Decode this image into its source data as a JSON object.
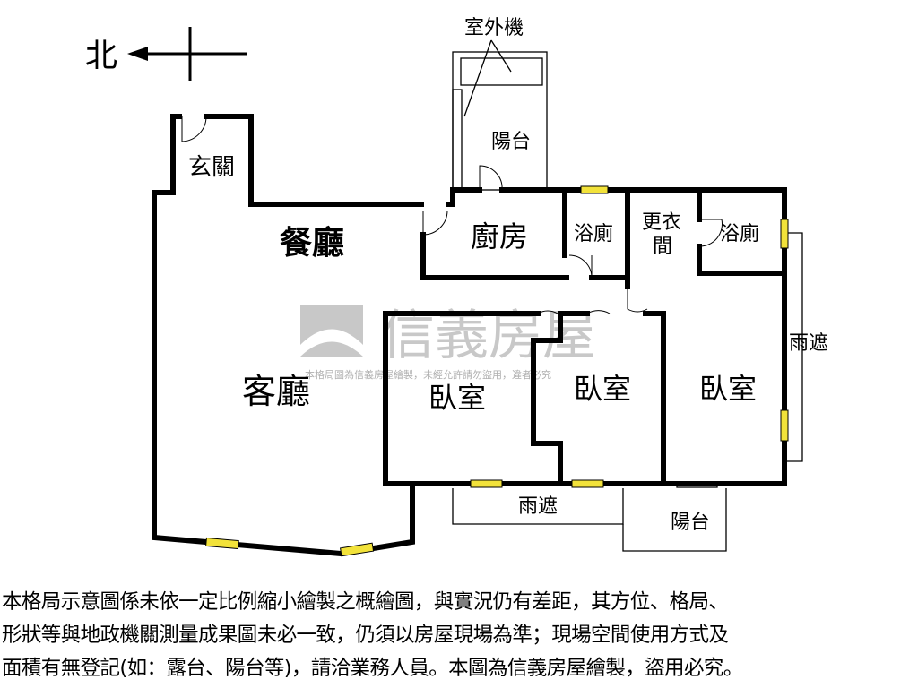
{
  "compass": {
    "north_label": "北"
  },
  "rooms": {
    "outdoor_unit": "室外機",
    "balcony_top": "陽台",
    "foyer": "玄關",
    "dining": "餐廳",
    "kitchen": "廚房",
    "bathroom_1": "浴廁",
    "closet_line1": "更衣",
    "closet_line2": "間",
    "bathroom_2": "浴廁",
    "rain_shelter_right": "雨遮",
    "living": "客廳",
    "bedroom_1": "臥室",
    "bedroom_2": "臥室",
    "bedroom_3": "臥室",
    "rain_shelter_bottom": "雨遮",
    "balcony_bottom": "陽台"
  },
  "watermark": {
    "brand": "信義房屋",
    "notice": "本格局圖為信義房屋繪製，未經允許請勿盜用，違者必究"
  },
  "colors": {
    "window": "#f2e23a",
    "wall": "#000000",
    "watermark": "#c8c8c8"
  },
  "disclaimer": {
    "line1": "本格局示意圖係未依一定比例縮小繪製之概繪圖，與實況仍有差距，其方位、格局、",
    "line2": "形狀等與地政機關測量成果圖未必一致，仍須以房屋現場為準；現場空間使用方式及",
    "line3": "面積有無登記(如：露台、陽台等)，請洽業務人員。本圖為信義房屋繪製，盜用必究。"
  }
}
